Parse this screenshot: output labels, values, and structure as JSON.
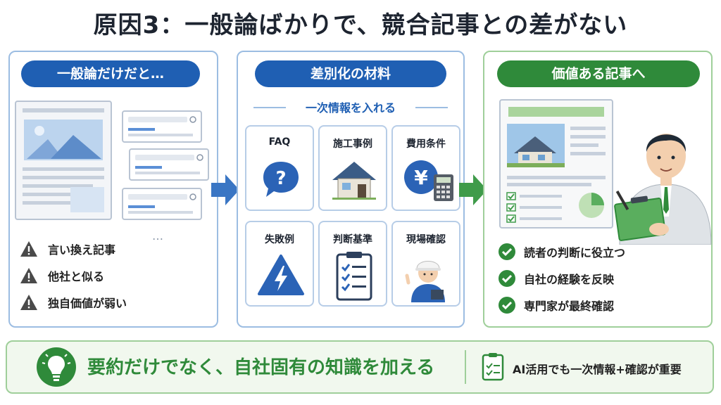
{
  "title": "原因3：一般論ばかりで、競合記事との差がない",
  "left": {
    "heading": "一般論だけだと…",
    "ellipsis": "…",
    "issues": [
      "言い換え記事",
      "他社と似る",
      "独自価値が弱い"
    ]
  },
  "middle": {
    "heading": "差別化の材料",
    "subheading": "一次情報を入れる",
    "cards": [
      {
        "label": "FAQ",
        "icon": "question-bubble-icon"
      },
      {
        "label": "施工事例",
        "icon": "house-icon"
      },
      {
        "label": "費用条件",
        "icon": "yen-calculator-icon"
      },
      {
        "label": "失敗例",
        "icon": "warning-lightning-icon"
      },
      {
        "label": "判断基準",
        "icon": "checklist-clipboard-icon"
      },
      {
        "label": "現場確認",
        "icon": "worker-helmet-icon"
      }
    ]
  },
  "right": {
    "heading": "価値ある記事へ",
    "benefits": [
      "読者の判断に役立つ",
      "自社の経験を反映",
      "専門家が最終確認"
    ]
  },
  "banner": {
    "main": "要約だけでなく、自社固有の知識を加える",
    "side": "AI活用でも一次情報+確認が重要"
  },
  "colors": {
    "blue": "#1f5fb3",
    "green": "#2f8a3a",
    "panel_border_blue": "#9cbde2",
    "panel_border_green": "#9fcf9a",
    "warning": "#4a4a4a"
  }
}
